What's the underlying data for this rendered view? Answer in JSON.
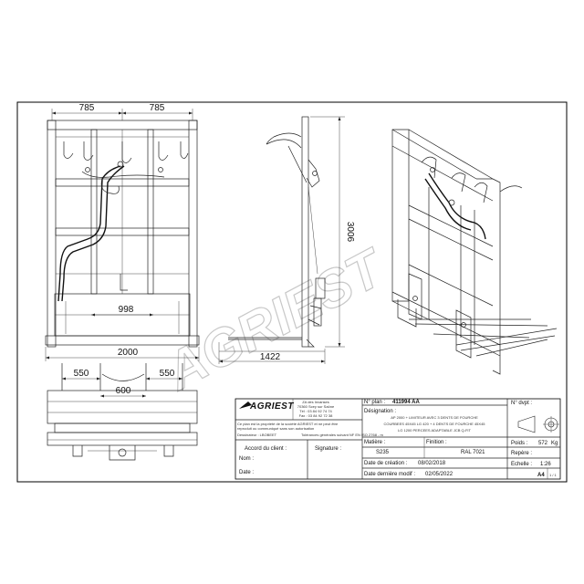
{
  "watermark": "AGRIEST",
  "dimensions": {
    "front_top_left": "785",
    "front_top_right": "785",
    "front_inner": "998",
    "front_total": "2000",
    "side_height": "3006",
    "side_depth": "1422",
    "top_left": "550",
    "top_center": "600",
    "top_right": "550"
  },
  "title_block": {
    "logo": "AGRIEST",
    "company_line1": "ZA des Invanses",
    "company_line2": "70360 Scey sur Saône",
    "company_line3": "Tél : 03 84 92 74 74",
    "company_line4": "Fax : 03 84 92 72 38",
    "property_notice_1": "Ce plan est la propriété de la société AGRIEST et ne peut être",
    "property_notice_2": "reproduit ou communiqué sans son autorisation",
    "designer_label": "Dessinateur : LBOBEET",
    "tolerances": "Tolérances générales suivant NF EN ISO 2768 - m",
    "client_agreement_label": "Accord du client :",
    "signature_label": "Signature :",
    "name_label": "Nom :",
    "date_label": "Date :",
    "plan_number_label": "N° plan :",
    "plan_number": "411994 AA",
    "designation_label": "Désignation :",
    "designation_line1": "AP 2000 + LIMITEUR AVEC 3 DENTS DE FOURCHE",
    "designation_line2": "COURBEES 45X45 LG 420 + 4 DENTS DE FOURCHE 45X45",
    "designation_line3": "LG 1200 PERCEES ADAPTABLE JCB Q-FIT",
    "matiere_label": "Matière :",
    "matiere_value": "S235",
    "finition_label": "Finition :",
    "finition_value": "RAL 7021",
    "creation_label": "Date de création :",
    "creation_value": "08/02/2018",
    "last_modif_label": "Date dernière modif :",
    "last_modif_value": "02/05/2022",
    "dvpt_label": "N° dvpt :",
    "poids_label": "Poids :",
    "poids_value": "572",
    "poids_unit": "Kg",
    "repere_label": "Repère :",
    "echelle_label": "Echelle :",
    "echelle_value": "1:26",
    "format_value": "A4",
    "page_value": "1 / 1"
  }
}
